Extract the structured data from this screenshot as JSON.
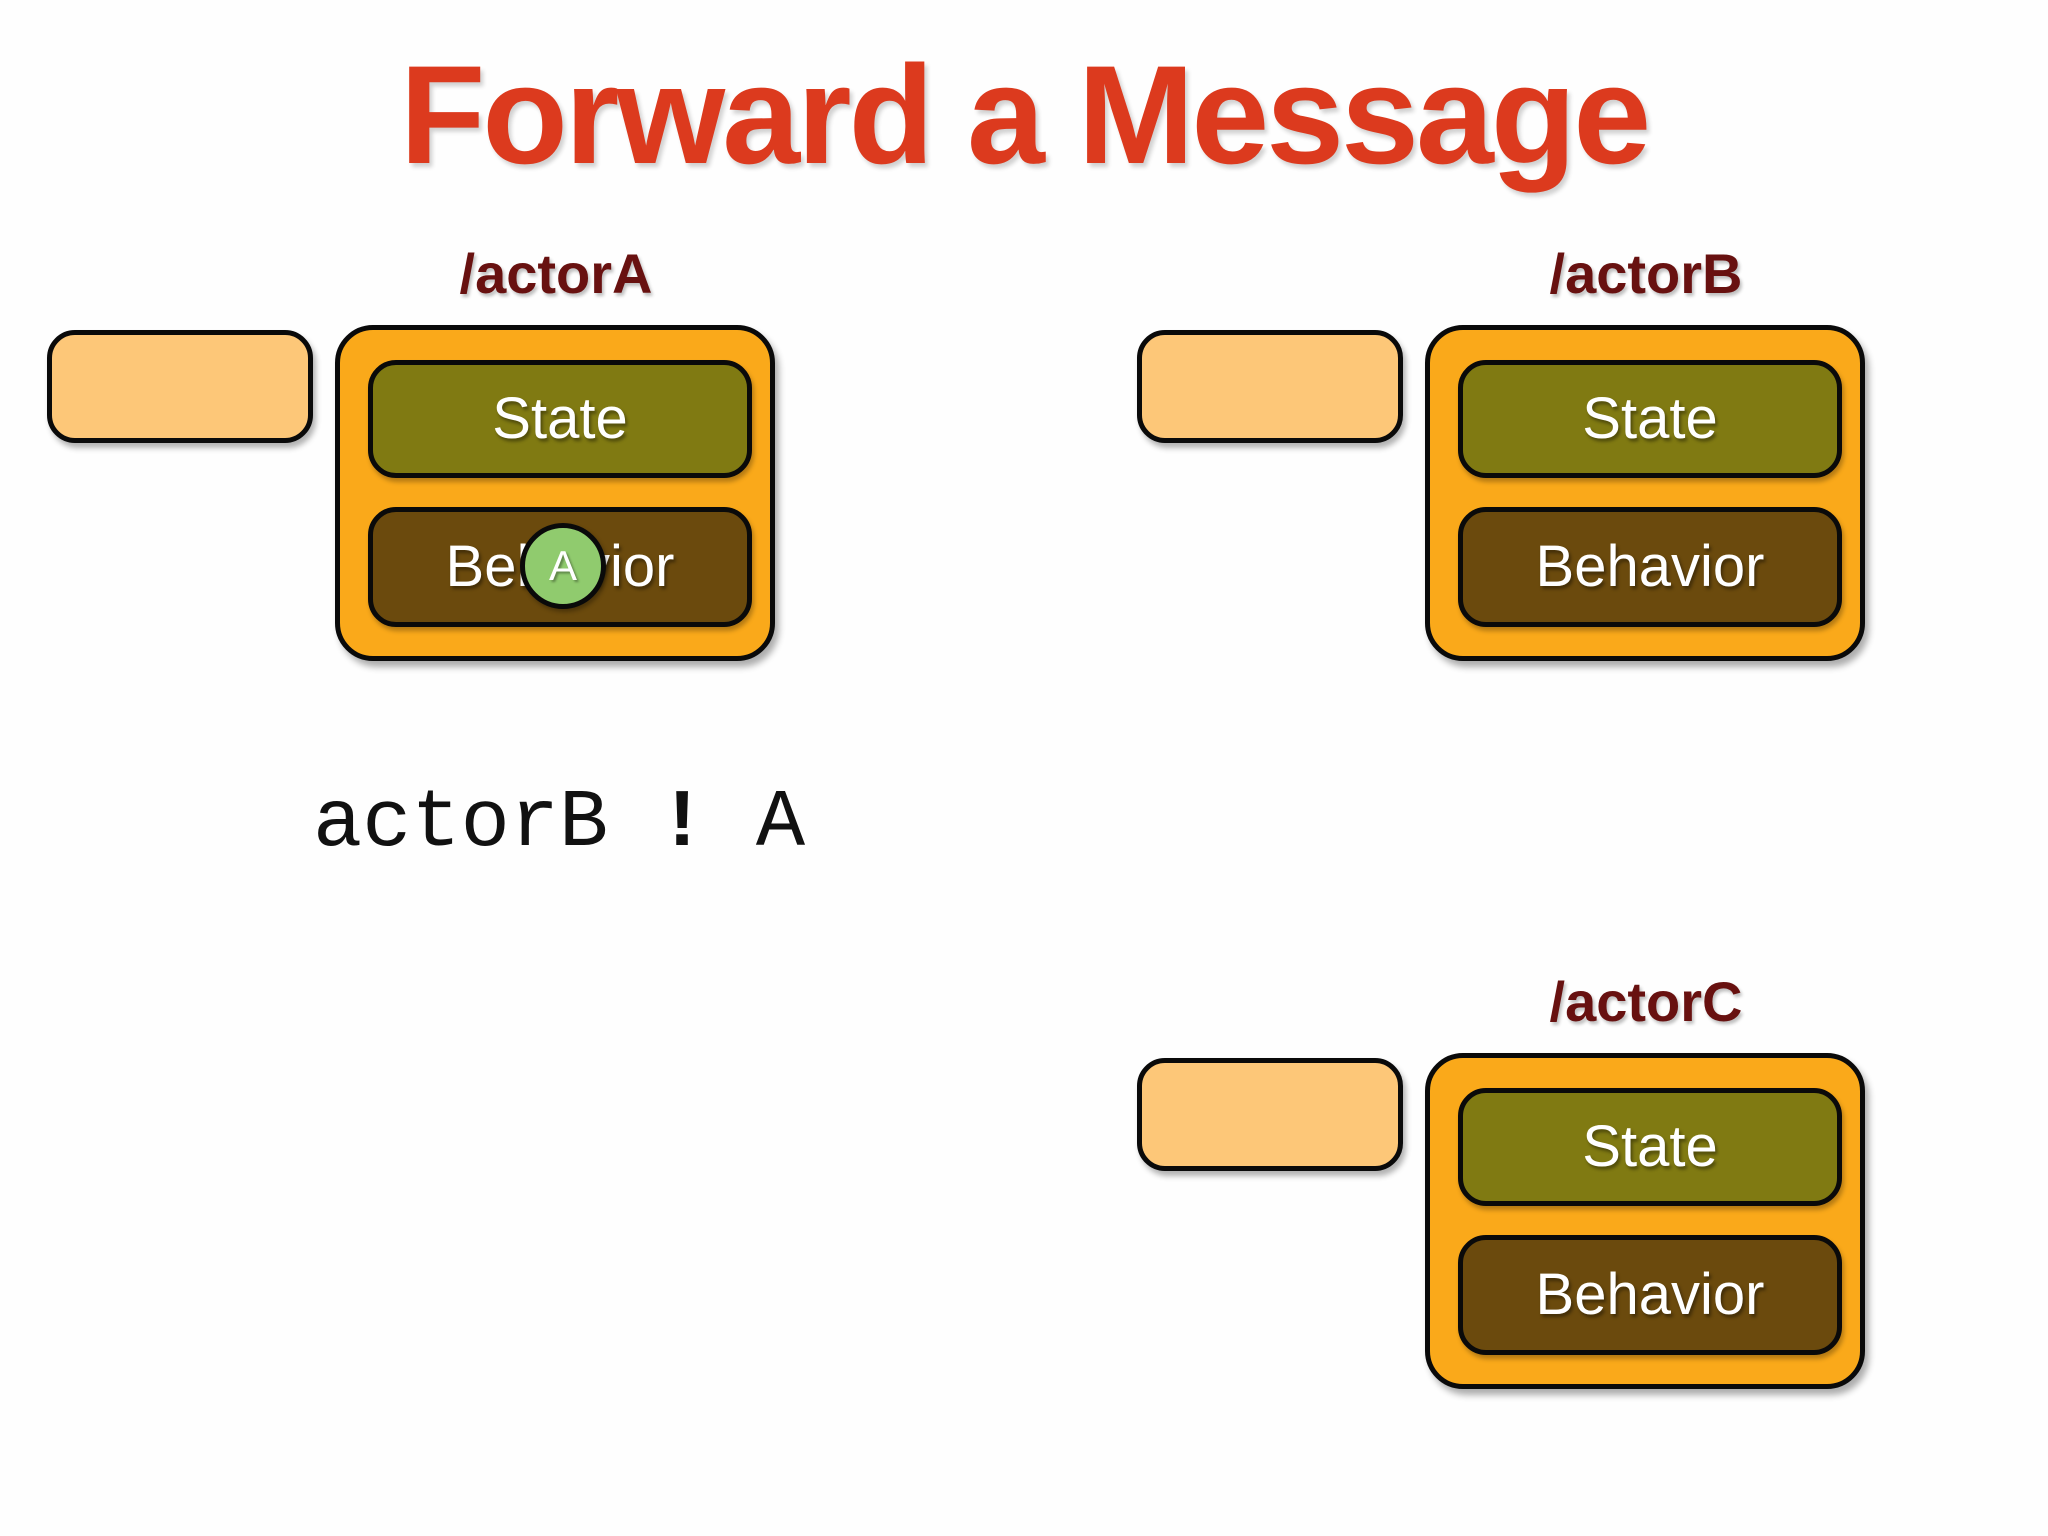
{
  "slide": {
    "title": "Forward a Message"
  },
  "code": {
    "prefix": "actorB ",
    "bang": "!",
    "suffix": " A"
  },
  "actors": [
    {
      "label": "/actorA",
      "state": "State",
      "behavior": "Behavior",
      "message": "A"
    },
    {
      "label": "/actorB",
      "state": "State",
      "behavior": "Behavior"
    },
    {
      "label": "/actorC",
      "state": "State",
      "behavior": "Behavior"
    }
  ],
  "colors": {
    "background": "#fefefe",
    "title_red": "#dc3a1e",
    "label_maroon": "#681110",
    "actor_orange": "#faa91a",
    "state_olive": "#807a12",
    "behavior_brown": "#6b4a0d",
    "mailbox_peach": "#fdc778",
    "message_green": "#90cb6e",
    "outline_black": "#0a0a0a",
    "code_black": "#111111"
  }
}
